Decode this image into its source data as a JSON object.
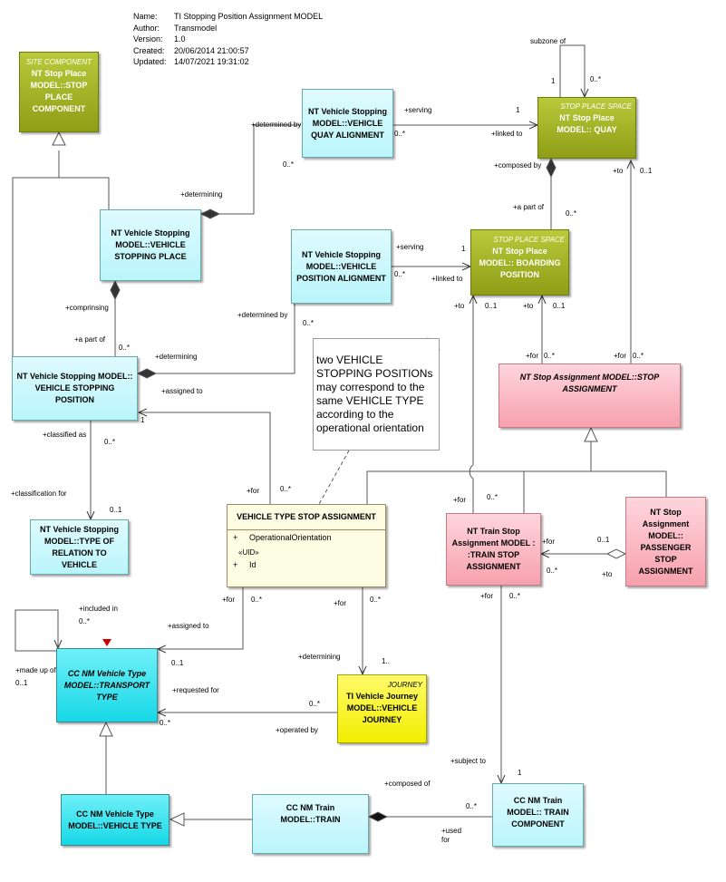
{
  "meta": [
    {
      "key": "Name:",
      "value": "TI  Stopping Position Assignment MODEL"
    },
    {
      "key": "Author:",
      "value": "Transmodel"
    },
    {
      "key": "Version:",
      "value": "1.0"
    },
    {
      "key": "Created:",
      "value": "20/06/2014 21:00:57"
    },
    {
      "key": "Updated:",
      "value": "14/07/2021 19:31:02"
    }
  ],
  "classes": {
    "site_component": {
      "stereotype": "SITE COMPONENT",
      "name": "NT Stop Place MODEL::STOP PLACE COMPONENT"
    },
    "quay_alignment": {
      "name": "NT Vehicle Stopping MODEL::VEHICLE QUAY ALIGNMENT"
    },
    "quay": {
      "stereotype": "STOP PLACE SPACE",
      "name": "NT Stop Place MODEL:: QUAY"
    },
    "vehicle_stopping_place": {
      "name": "NT Vehicle Stopping MODEL::VEHICLE STOPPING PLACE"
    },
    "position_alignment": {
      "name": "NT Vehicle Stopping MODEL::VEHICLE POSITION ALIGNMENT"
    },
    "boarding_position": {
      "stereotype": "STOP PLACE SPACE",
      "name": "NT Stop Place MODEL:: BOARDING POSITION"
    },
    "vehicle_stopping_position": {
      "name": "NT Vehicle Stopping MODEL:: VEHICLE STOPPING POSITION"
    },
    "stop_assignment": {
      "name": "NT Stop Assignment MODEL::STOP ASSIGNMENT"
    },
    "type_of_relation": {
      "name": "NT Vehicle Stopping MODEL::TYPE OF RELATION TO VEHICLE"
    },
    "vehicle_type_stop_assignment": {
      "name": "VEHICLE TYPE STOP ASSIGNMENT",
      "attr1_vis": "+",
      "attr1": "OperationalOrientation",
      "uid": "«UID»",
      "attr2_vis": "+",
      "attr2": "Id"
    },
    "train_stop_assignment": {
      "name": "NT Train Stop Assignment MODEL :  :TRAIN STOP ASSIGNMENT"
    },
    "passenger_stop_assignment": {
      "name": "NT Stop Assignment MODEL:: PASSENGER STOP ASSIGNMENT"
    },
    "transport_type": {
      "name": "CC NM Vehicle Type MODEL::TRANSPORT TYPE"
    },
    "vehicle_journey": {
      "stereotype": "JOURNEY",
      "name": "TI Vehicle Journey MODEL::VEHICLE JOURNEY"
    },
    "vehicle_type": {
      "name": "CC NM Vehicle Type MODEL::VEHICLE TYPE"
    },
    "train": {
      "name": "CC NM Train MODEL::TRAIN"
    },
    "train_component": {
      "name": "CC NM Train MODEL:: TRAIN COMPONENT"
    }
  },
  "note": "two VEHICLE STOPPING POSITIONs may correspond to the same VEHICLE TYPE according to the operational orientation",
  "labels": {
    "subzone_of": "subzone of",
    "one_a": "1",
    "many_a": "0..*",
    "serving_q": "+serving",
    "one_q": "1",
    "linked_to_q": "+linked to",
    "many_q": "0..*",
    "determined_by_q": "+determined by",
    "many_vsp_q": "0..*",
    "determining_q": "+determining",
    "composed_by": "+composed by",
    "to_q": "+to",
    "zero_one_q": "0..1",
    "a_part_of_bp": "+a part of",
    "many_bp": "0..*",
    "serving_bp": "+serving",
    "one_bp": "1",
    "linked_to_bp": "+linked to",
    "many_pa": "0..*",
    "determined_by_pa": "+determined by",
    "many_pa2": "0..*",
    "determining_pa": "+determining",
    "comprinsing": "+comprinsing",
    "a_part_of_vsp": "+a part of",
    "many_vsp": "0..*",
    "to_bp1": "+to",
    "zero_one_bp1": "0..1",
    "to_bp2": "+to",
    "zero_one_bp2": "0..1",
    "for_sa1": "+for",
    "many_sa1": "0..*",
    "for_sa2": "+for",
    "many_sa2": "0..*",
    "assigned_to_vsp": "+assigned to",
    "one_vsp": "1",
    "classified_as": "+classified as",
    "many_class": "0..*",
    "classification_for": "+classification for",
    "zero_one_class": "0..1",
    "for_vtsa": "+for",
    "many_vtsa": "0..*",
    "for_tsa": "+for",
    "many_tsa": "0..*",
    "for_psa": "+for",
    "zero_one_psa": "0..1",
    "many_psa": "0..*",
    "to_psa": "+to",
    "included_in": "+included in",
    "many_incl": "0..*",
    "made_up_of": "+made up of",
    "zero_one_made": "0..1",
    "for_tt": "+for",
    "many_tt": "0..*",
    "assigned_to_tt": "+assigned to",
    "zero_one_tt": "0..1",
    "for_vj": "+for",
    "many_vj": "0..*",
    "determining_vj": "+determining",
    "one_vj": "1..",
    "requested_for": "+requested for",
    "many_vj2": "0..*",
    "many_tt2": "0..*",
    "operated_by": "+operated by",
    "for_tc": "+for",
    "many_tc": "0..*",
    "subject_to": "+subject to",
    "one_tc": "1",
    "composed_of": "+composed of",
    "many_tr": "0..*",
    "used_for": "+used\nfor"
  }
}
